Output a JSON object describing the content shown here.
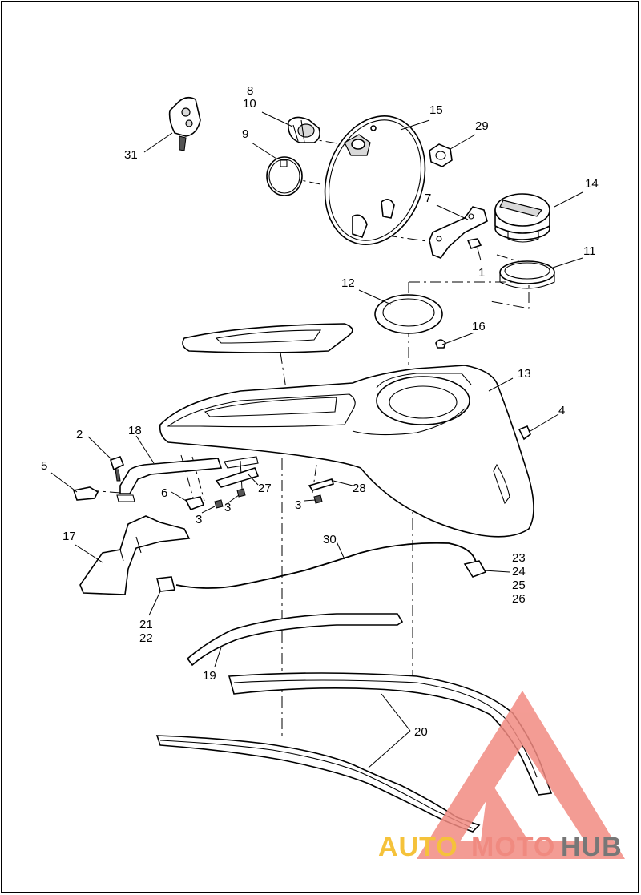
{
  "diagram": {
    "callouts": [
      "1",
      "2",
      "3",
      "3",
      "3",
      "4",
      "5",
      "6",
      "7",
      "8",
      "9",
      "10",
      "11",
      "12",
      "13",
      "14",
      "15",
      "16",
      "17",
      "18",
      "19",
      "20",
      "21",
      "22",
      "23",
      "24",
      "25",
      "26",
      "27",
      "28",
      "29",
      "30",
      "31"
    ]
  },
  "watermark": {
    "auto": "AUTO",
    "moto": "MOTO",
    "hub": "HUB",
    "colors": {
      "auto": "#f5c23a",
      "moto": "#f08a80",
      "hub": "#777777",
      "triangle": "#f28b82"
    }
  }
}
